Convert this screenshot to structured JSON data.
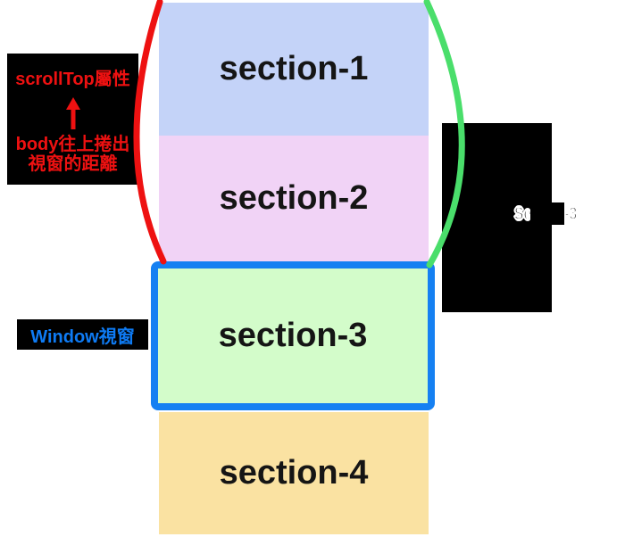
{
  "sections": [
    {
      "label": "section-1",
      "color": "#c4d3f8"
    },
    {
      "label": "section-2",
      "color": "#f1d3f6"
    },
    {
      "label": "section-3",
      "color": "#d3fcca"
    },
    {
      "label": "section-4",
      "color": "#fae2a2"
    }
  ],
  "viewport_box": {
    "border_color": "#1580f2"
  },
  "annotations": {
    "scroll_note": {
      "line1": "scrollTop屬性",
      "line2": "body往上捲出",
      "line3": "視窗的距離",
      "arrow_icon": "up-arrow",
      "text_color": "#ee1111",
      "bg_color": "#000000"
    },
    "window_label": {
      "text": "Window視窗",
      "text_color": "#0e7bf4",
      "bg_color": "#000000"
    },
    "right_label": {
      "text": "Section-3",
      "bg_color": "#000000"
    }
  },
  "curves": {
    "left_scroll_curve_color": "#ee1111",
    "right_offset_curve_color": "#4ade6b"
  }
}
